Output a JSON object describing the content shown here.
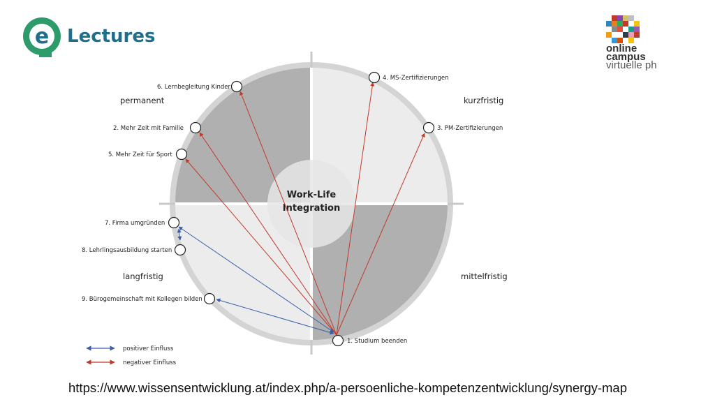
{
  "logo_left": {
    "text": "Lectures",
    "letter": "e"
  },
  "logo_right": {
    "line1": "online",
    "line2": "campus",
    "line3": "virtuelle ph"
  },
  "center": {
    "line1": "Work-Life",
    "line2": "Integration"
  },
  "quadrants": {
    "top_left": "permanent",
    "top_right": "kurzfristig",
    "bottom_left": "langfristig",
    "bottom_right": "mittelfristig"
  },
  "nodes": {
    "n1": "1. Studium beenden",
    "n2": "2. Mehr Zeit mit Familie",
    "n3": "3. PM-Zertifizierungen",
    "n4": "4. MS-Zertifizierungen",
    "n5": "5. Mehr Zeit für Sport",
    "n6": "6. Lernbegleitung Kinder",
    "n7": "7. Firma umgründen",
    "n8": "8. Lehrlingsausbildung starten",
    "n9": "9. Bürogemeinschaft mit Kollegen bilden"
  },
  "legend": {
    "positive": "positiver Einfluss",
    "negative": "negativer Einfluss"
  },
  "colors": {
    "positive": "#3a5ea8",
    "negative": "#c0392b",
    "dark_quadrant": "#b0b0b0",
    "light_quadrant": "#ececec",
    "logo_green": "#2e9b6b",
    "logo_blue": "#1f6f8b"
  },
  "source_url": "https://www.wissensentwicklung.at/index.php/a-persoenliche-kompetenzentwicklung/synergy-map"
}
